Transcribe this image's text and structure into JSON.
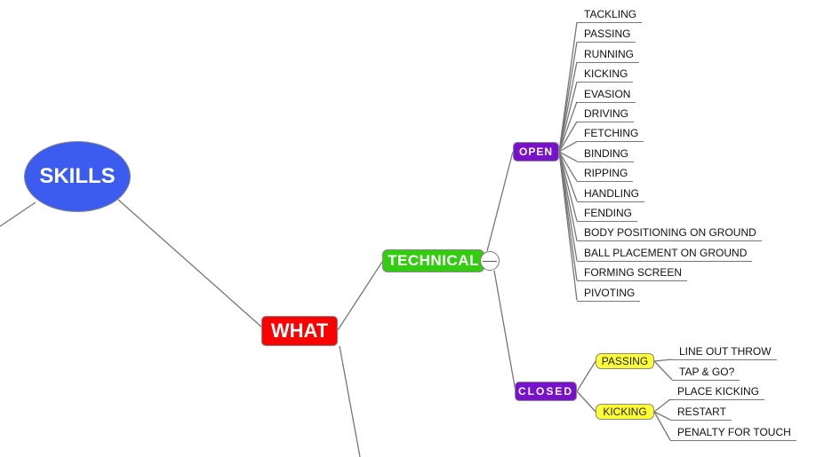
{
  "root": {
    "label": "SKILLS",
    "color": "#3c5cf0"
  },
  "what": {
    "label": "WHAT",
    "color": "#ff0000"
  },
  "technical": {
    "label": "TECHNICAL",
    "color": "#33cc11"
  },
  "open": {
    "label": "OPEN",
    "children": [
      "TACKLING",
      "PASSING",
      "RUNNING",
      "KICKING",
      "EVASION",
      "DRIVING",
      "FETCHING",
      "BINDING",
      "RIPPING",
      "HANDLING",
      "FENDING",
      "BODY POSITIONING ON GROUND",
      "BALL PLACEMENT ON GROUND",
      "FORMING SCREEN",
      "PIVOTING"
    ]
  },
  "closed": {
    "label": "CLOSED",
    "passing": {
      "label": "PASSING",
      "children": [
        "LINE OUT THROW",
        "TAP & GO?"
      ]
    },
    "kicking": {
      "label": "KICKING",
      "children": [
        "PLACE KICKING",
        "RESTART",
        "PENALTY FOR TOUCH"
      ]
    }
  }
}
